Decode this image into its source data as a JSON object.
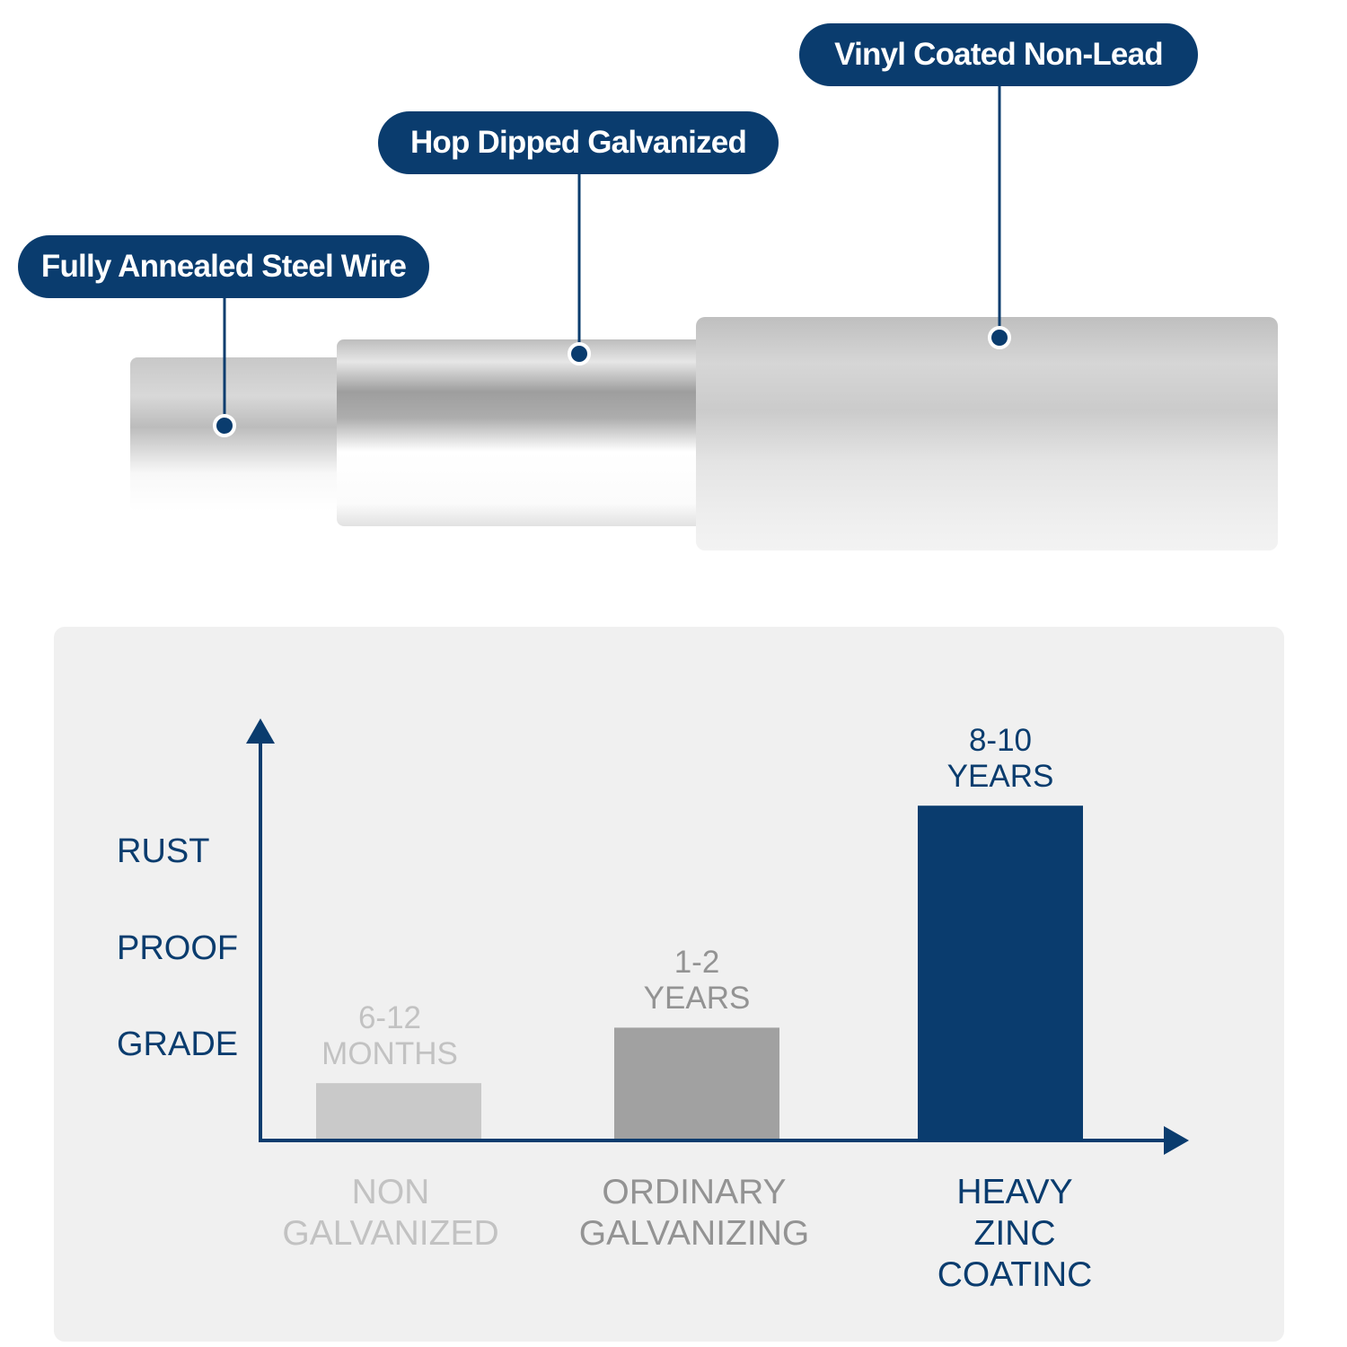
{
  "colors": {
    "navy": "#0a3c6e",
    "light_gray": "#c9c9c9",
    "mid_gray": "#a1a1a1",
    "label_light": "#c2c2c2",
    "label_mid": "#939393"
  },
  "callouts": [
    {
      "label": "Fully Annealed Steel Wire"
    },
    {
      "label": "Hop Dipped Galvanized"
    },
    {
      "label": "Vinyl Coated Non-Lead"
    }
  ],
  "chart_data": {
    "type": "bar",
    "title": "",
    "ylabel_lines": [
      "RUST",
      "PROOF",
      "GRADE"
    ],
    "categories": [
      [
        "NON",
        "GALVANIZED"
      ],
      [
        "ORDINARY",
        "GALVANIZING"
      ],
      [
        "HEAVY",
        "ZINC",
        "COATINC"
      ]
    ],
    "value_labels": [
      [
        "6-12",
        "MONTHS"
      ],
      [
        "1-2",
        "YEARS"
      ],
      [
        "8-10",
        "YEARS"
      ]
    ],
    "values": [
      1.5,
      3,
      9
    ],
    "ylim": [
      0,
      10
    ],
    "grid": false
  }
}
